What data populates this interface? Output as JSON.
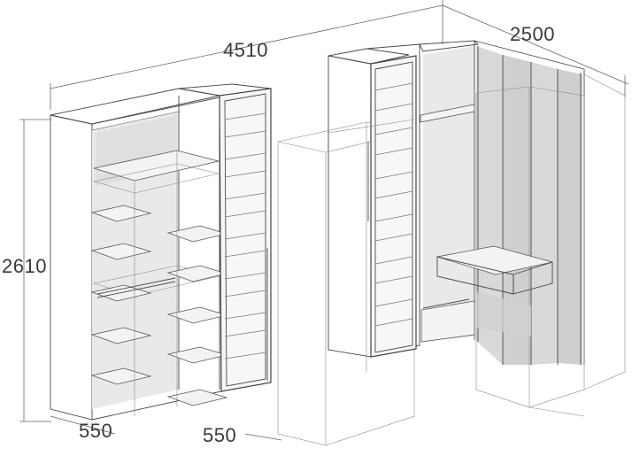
{
  "dimensions": {
    "total_width": "4510",
    "corner_width": "2500",
    "height": "2610",
    "depth_left": "550",
    "depth_right": "550"
  }
}
